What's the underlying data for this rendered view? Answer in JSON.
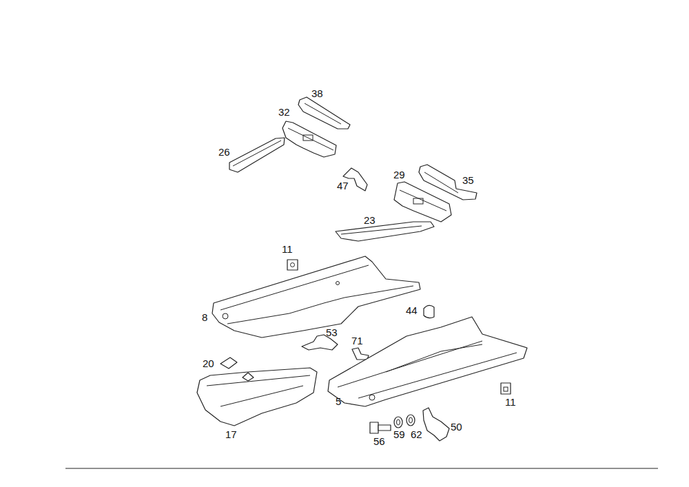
{
  "diagram": {
    "labels": [
      "38",
      "32",
      "26",
      "47",
      "29",
      "35",
      "23",
      "11",
      "8",
      "44",
      "53",
      "71",
      "20",
      "5",
      "11",
      "17",
      "56",
      "59",
      "62",
      "50"
    ]
  }
}
